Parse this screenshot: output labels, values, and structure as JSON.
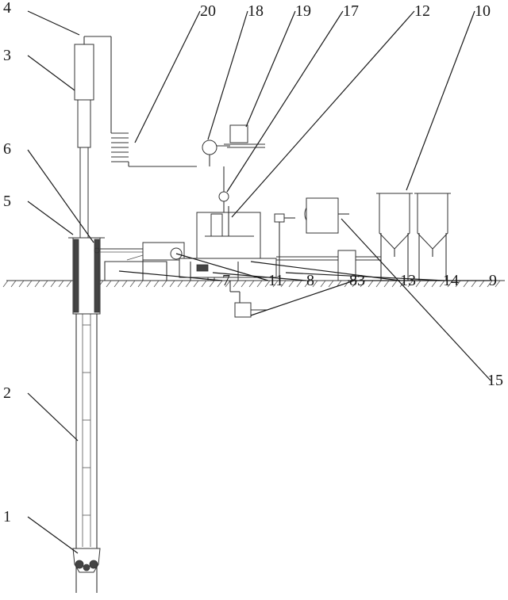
{
  "figure": {
    "labels": {
      "l1": "1",
      "l2": "2",
      "l3": "3",
      "l4": "4",
      "l5": "5",
      "l6": "6",
      "l7": "7",
      "l8": "8",
      "l9": "9",
      "l10": "10",
      "l11": "11",
      "l12": "12",
      "l13": "13",
      "l14": "14",
      "l15": "15",
      "l17": "17",
      "l18": "18",
      "l19": "19",
      "l20": "20",
      "l83": "83"
    }
  }
}
